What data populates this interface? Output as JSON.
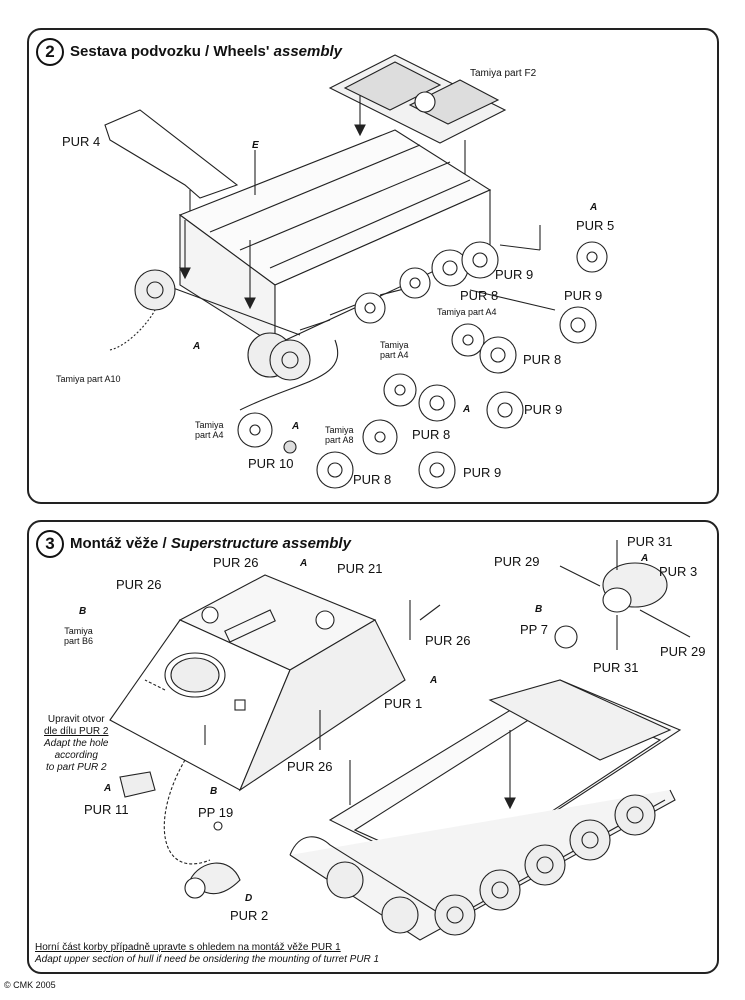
{
  "panel2": {
    "number": "2",
    "title_cz": "Sestava podvozku / Wheels'",
    "title_en": "assembly",
    "labels": {
      "tamiya_f2": "Tamiya part F2",
      "pur4": "PUR 4",
      "pur5": "PUR 5",
      "pur9_a": "PUR 9",
      "pur8_a": "PUR 8",
      "pur9_b": "PUR 9",
      "tamiya_a4_a": "Tamiya part A4",
      "tamiya_a4_b_1": "Tamiya",
      "tamiya_a4_b_2": "part A4",
      "pur8_b": "PUR 8",
      "pur9_c": "PUR 9",
      "tamiya_a10": "Tamiya part A10",
      "tamiya_a4_c_1": "Tamiya",
      "tamiya_a4_c_2": "part A4",
      "tamiya_a8_1": "Tamiya",
      "tamiya_a8_2": "part A8",
      "pur8_c": "PUR 8",
      "pur10": "PUR 10",
      "pur8_d": "PUR 8",
      "pur9_d": "PUR 9"
    },
    "markers": [
      "E",
      "A",
      "A",
      "A",
      "A"
    ]
  },
  "panel3": {
    "number": "3",
    "title_cz": "Montáž věže /",
    "title_en": "Superstructure assembly",
    "labels": {
      "pur26_a": "PUR 26",
      "pur21": "PUR 21",
      "pur26_b": "PUR 26",
      "tamiya_b6_1": "Tamiya",
      "tamiya_b6_2": "part B6",
      "pur26_c": "PUR 26",
      "pur1": "PUR 1",
      "pur26_d": "PUR 26",
      "pur11": "PUR 11",
      "pp19": "PP 19",
      "pur2": "PUR 2",
      "pur31_a": "PUR 31",
      "pur29_a": "PUR 29",
      "pur3": "PUR 3",
      "pp7": "PP 7",
      "pur29_b": "PUR 29",
      "pur31_b": "PUR 31"
    },
    "note_hole": [
      "Upravit otvor",
      "dle dílu PUR 2",
      "Adapt the hole",
      "according",
      "to part PUR 2"
    ],
    "note_bottom_cz": "Horní část korby případně upravte s ohledem na montáž věže PUR 1",
    "note_bottom_en": "Adapt upper section of hull if need be onsidering the mounting of turret PUR 1",
    "markers": [
      "A",
      "A",
      "A",
      "A",
      "B",
      "B",
      "B",
      "B",
      "D"
    ]
  },
  "copyright": "© CMK 2005"
}
